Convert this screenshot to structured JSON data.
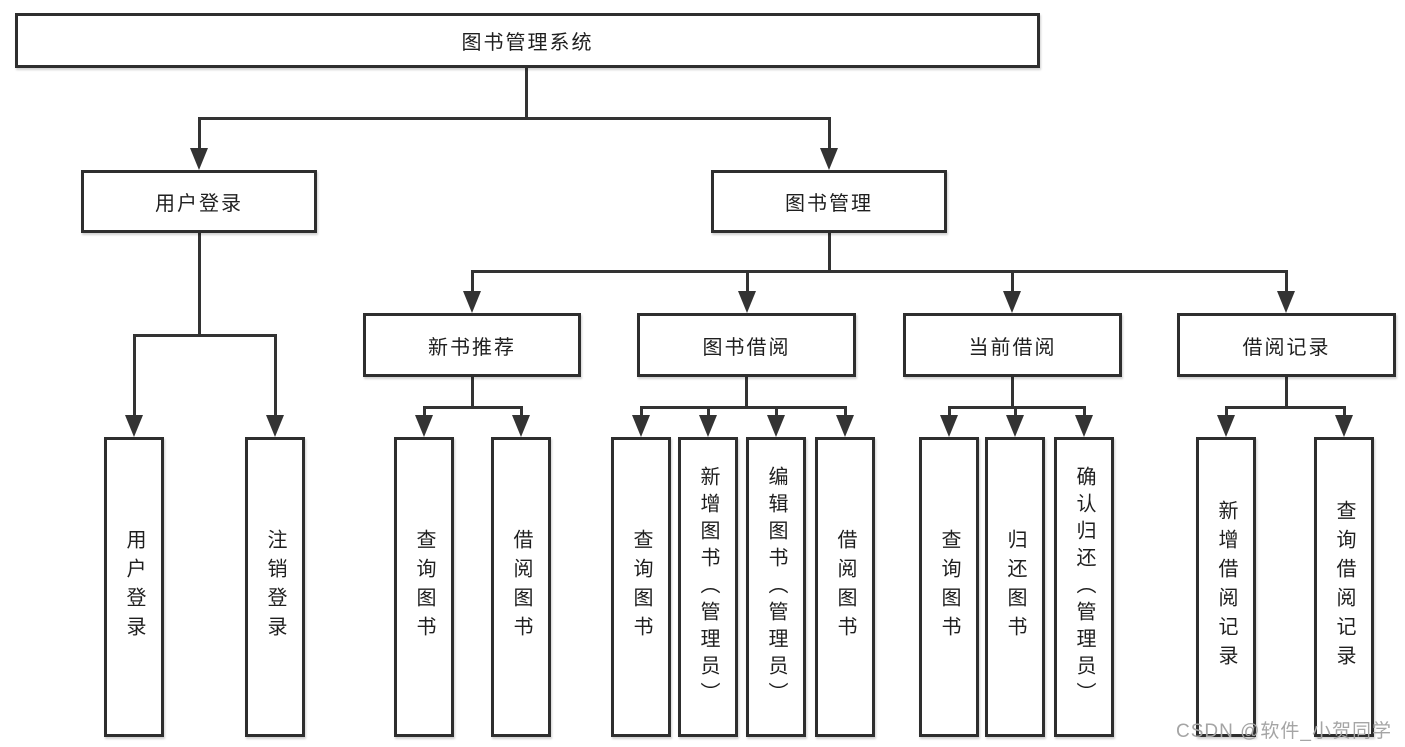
{
  "tree": {
    "label": "图书管理系统",
    "children": [
      {
        "label": "用户登录",
        "children": [
          {
            "label": "用户登录"
          },
          {
            "label": "注销登录"
          }
        ]
      },
      {
        "label": "图书管理",
        "children": [
          {
            "label": "新书推荐",
            "children": [
              {
                "label": "查询图书"
              },
              {
                "label": "借阅图书"
              }
            ]
          },
          {
            "label": "图书借阅",
            "children": [
              {
                "label": "查询图书"
              },
              {
                "label": "新增图书（管理员）"
              },
              {
                "label": "编辑图书（管理员）"
              },
              {
                "label": "借阅图书"
              }
            ]
          },
          {
            "label": "当前借阅",
            "children": [
              {
                "label": "查询图书"
              },
              {
                "label": "归还图书"
              },
              {
                "label": "确认归还（管理员）"
              }
            ]
          },
          {
            "label": "借阅记录",
            "children": [
              {
                "label": "新增借阅记录"
              },
              {
                "label": "查询借阅记录"
              }
            ]
          }
        ]
      }
    ]
  },
  "watermark": {
    "text": "CSDN @软件_小贺同学"
  },
  "colors": {
    "line": "#333333",
    "box_border": "#2e2e2e",
    "box_background": "#ffffff",
    "text": "#1f1f1f",
    "watermark": "#a5a5a5"
  }
}
